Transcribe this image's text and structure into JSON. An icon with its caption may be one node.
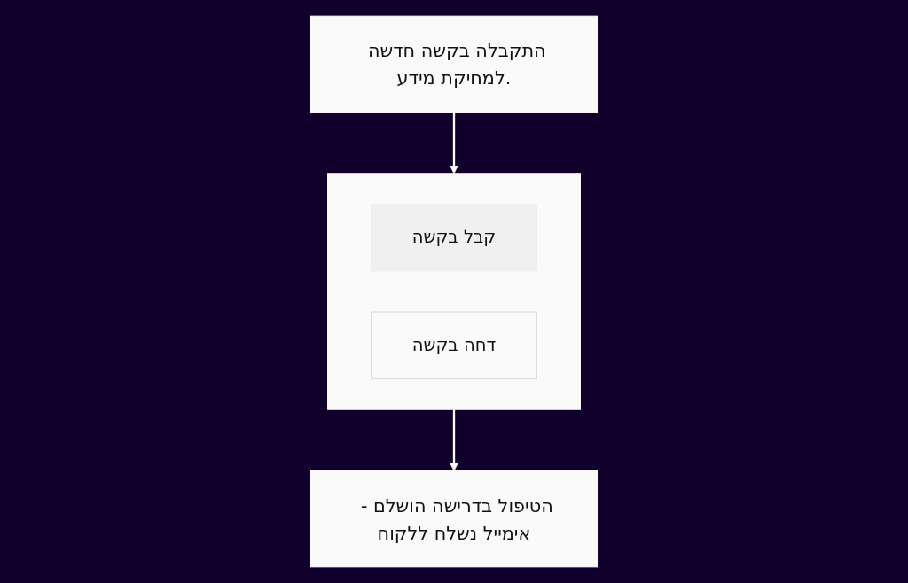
{
  "diagram": {
    "nodes": [
      {
        "text": [
          "התקבלה בקשה חדשה למחיקת מידע."
        ]
      },
      {
        "text": [],
        "shape": "box"
      },
      {
        "text": [
          "קבל בקשה"
        ],
        "in": 1
      },
      {
        "text": [
          "דחה בקשה"
        ],
        "in": 1
      },
      {
        "text": [
          "הטיפול בדרישה הושלם - אימייל נשלח ללקוח"
        ]
      }
    ],
    "edges": [
      {
        "from": 0,
        "to": 1,
        "arrow": "to"
      },
      {
        "from": 1,
        "to": 4,
        "arrow": "to"
      }
    ]
  }
}
